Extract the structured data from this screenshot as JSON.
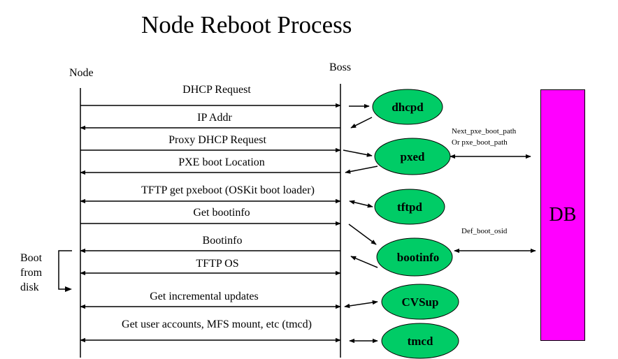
{
  "title": "Node Reboot Process",
  "lanes": {
    "node": "Node",
    "boss": "Boss"
  },
  "messages": [
    "DHCP Request",
    "IP Addr",
    "Proxy DHCP Request",
    "PXE boot Location",
    "TFTP get pxeboot (OSKit boot loader)",
    "Get bootinfo",
    "Bootinfo",
    "TFTP OS",
    "Get incremental updates",
    "Get user accounts, MFS mount, etc (tmcd)"
  ],
  "services": [
    "dhcpd",
    "pxed",
    "tftpd",
    "bootinfo",
    "CVSup",
    "tmcd"
  ],
  "db": {
    "label": "DB",
    "color": "#ff00ff"
  },
  "service_color": "#00cc66",
  "notes": {
    "pxed_db_1": "Next_pxe_boot_path",
    "pxed_db_2": "Or pxe_boot_path",
    "bootinfo_db": "Def_boot_osid"
  },
  "boot_from_disk": {
    "line1": "Boot",
    "line2": "from",
    "line3": "disk"
  }
}
